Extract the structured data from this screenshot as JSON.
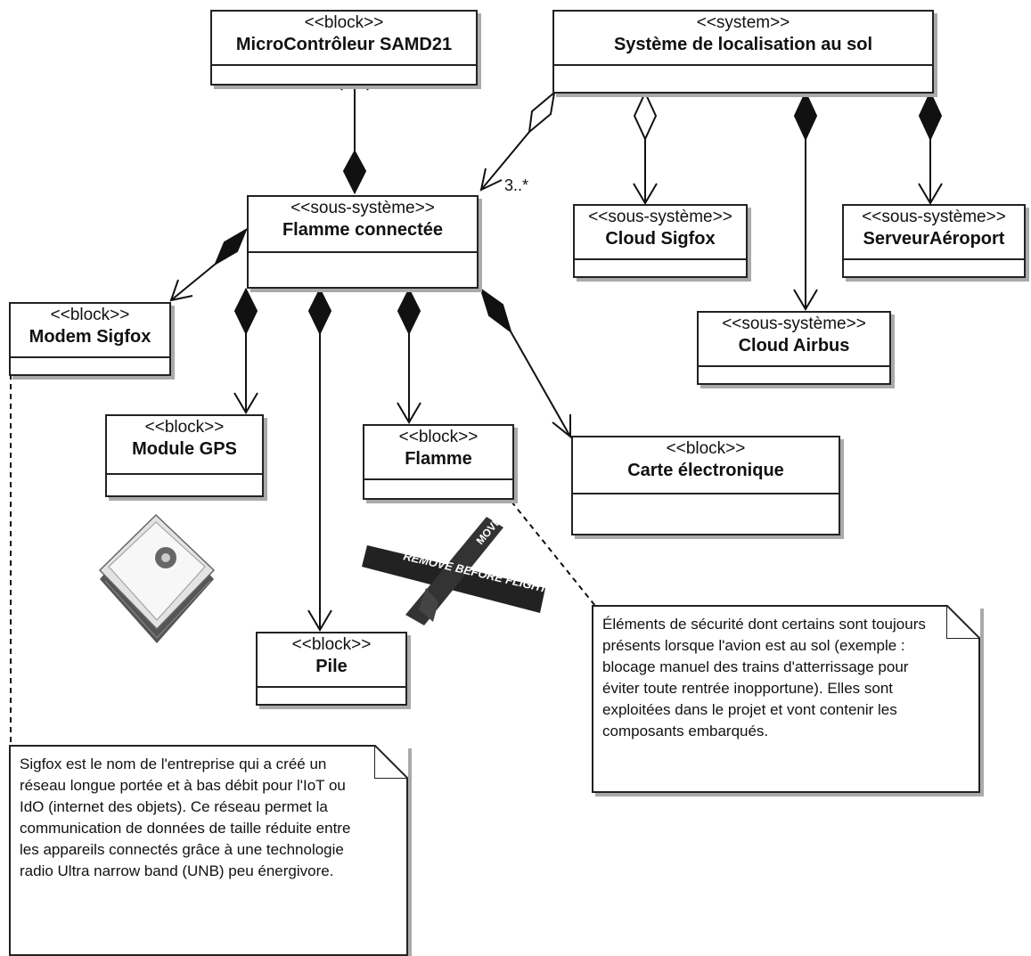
{
  "blocks": {
    "microcontroleur": {
      "stereotype": "<<block>>",
      "name": "MicroContrôleur SAMD21"
    },
    "systeme": {
      "stereotype": "<<system>>",
      "name": "Système de localisation au sol"
    },
    "flamme_connectee": {
      "stereotype": "<<sous-système>>",
      "name": "Flamme connectée"
    },
    "cloud_sigfox": {
      "stereotype": "<<sous-système>>",
      "name": "Cloud Sigfox"
    },
    "serveur_aeroport": {
      "stereotype": "<<sous-système>>",
      "name": "ServeurAéroport"
    },
    "cloud_airbus": {
      "stereotype": "<<sous-système>>",
      "name": "Cloud Airbus"
    },
    "modem_sigfox": {
      "stereotype": "<<block>>",
      "name": "Modem Sigfox"
    },
    "module_gps": {
      "stereotype": "<<block>>",
      "name": "Module GPS"
    },
    "flamme": {
      "stereotype": "<<block>>",
      "name": "Flamme"
    },
    "carte": {
      "stereotype": "<<block>>",
      "name": "Carte électronique"
    },
    "pile": {
      "stereotype": "<<block>>",
      "name": "Pile"
    }
  },
  "multiplicity": "3..*",
  "notes": {
    "securite": "Éléments de sécurité dont certains sont toujours présents lorsque l'avion est au sol (exemple : blocage manuel des trains d'atterrissage pour éviter toute rentrée inopportune). Elles sont exploitées dans le projet et vont contenir les composants embarqués.",
    "sigfox": "Sigfox est le nom de l'entreprise qui a créé un réseau longue portée et à bas débit pour l'IoT ou IdO (internet des objets). Ce réseau permet la communication de données de taille réduite entre les appareils connectés grâce à une technologie radio Ultra narrow band (UNB) peu énergivore."
  },
  "images": {
    "gps_chip": {
      "icon": "gps-chip-image"
    },
    "flag": {
      "icon": "remove-before-flight-flag-image",
      "text": "REMOVE BEFORE FLIGHT!",
      "partial_text": "MOVE"
    }
  }
}
